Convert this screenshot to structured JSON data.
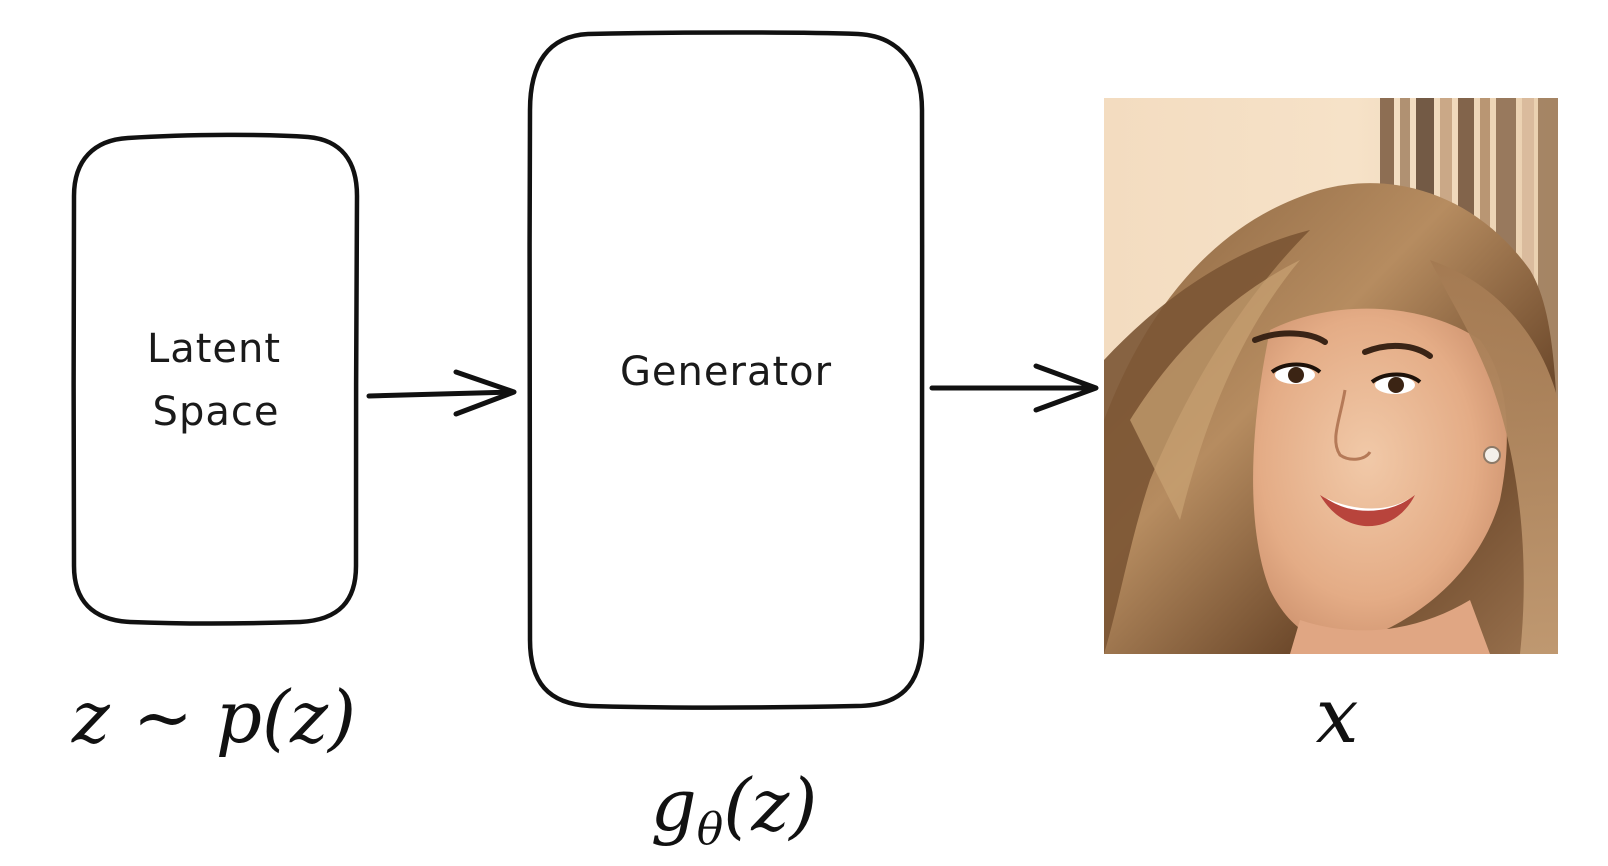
{
  "nodes": {
    "latent": {
      "label_lines": [
        "Latent",
        "Space"
      ],
      "caption": "z ~ p(z)"
    },
    "generator": {
      "label": "Generator",
      "caption_main": "g",
      "caption_sub": "θ",
      "caption_rest": "(z)"
    },
    "output": {
      "caption": "x",
      "image_description": "generated face photo (woman with long brown hair, smiling)"
    }
  },
  "edges": [
    {
      "from": "latent",
      "to": "generator"
    },
    {
      "from": "generator",
      "to": "output"
    }
  ]
}
